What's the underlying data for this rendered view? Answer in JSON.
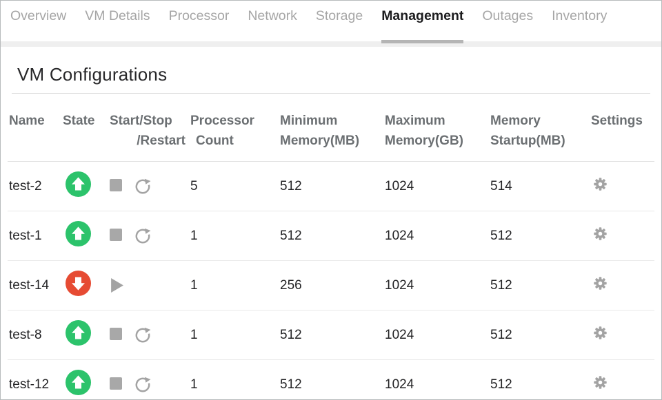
{
  "nav": {
    "tabs": [
      {
        "label": "Overview",
        "active": false
      },
      {
        "label": "VM Details",
        "active": false
      },
      {
        "label": "Processor",
        "active": false
      },
      {
        "label": "Network",
        "active": false
      },
      {
        "label": "Storage",
        "active": false
      },
      {
        "label": "Management",
        "active": true
      },
      {
        "label": "Outages",
        "active": false
      },
      {
        "label": "Inventory",
        "active": false
      }
    ]
  },
  "page": {
    "title": "VM Configurations"
  },
  "table": {
    "columns": [
      {
        "key": "name",
        "label": "Name",
        "label2": ""
      },
      {
        "key": "state",
        "label": "State",
        "label2": ""
      },
      {
        "key": "start-stop-restart",
        "label": "Start/Stop",
        "label2": "/Restart"
      },
      {
        "key": "processor-count",
        "label": "Processor",
        "label2": "Count"
      },
      {
        "key": "minimum-memory",
        "label": "Minimum",
        "label2": "Memory(MB)"
      },
      {
        "key": "maximum-memory",
        "label": "Maximum",
        "label2": "Memory(GB)"
      },
      {
        "key": "memory-startup",
        "label": "Memory",
        "label2": "Startup(MB)"
      },
      {
        "key": "settings",
        "label": "Settings",
        "label2": ""
      }
    ],
    "rows": [
      {
        "name": "test-2",
        "state": "up",
        "controls": [
          "stop",
          "restart"
        ],
        "processor_count": "5",
        "minimum_memory_mb": "512",
        "maximum_memory_gb": "1024",
        "memory_startup_mb": "514"
      },
      {
        "name": "test-1",
        "state": "up",
        "controls": [
          "stop",
          "restart"
        ],
        "processor_count": "1",
        "minimum_memory_mb": "512",
        "maximum_memory_gb": "1024",
        "memory_startup_mb": "512"
      },
      {
        "name": "test-14",
        "state": "down",
        "controls": [
          "start"
        ],
        "processor_count": "1",
        "minimum_memory_mb": "256",
        "maximum_memory_gb": "1024",
        "memory_startup_mb": "512"
      },
      {
        "name": "test-8",
        "state": "up",
        "controls": [
          "stop",
          "restart"
        ],
        "processor_count": "1",
        "minimum_memory_mb": "512",
        "maximum_memory_gb": "1024",
        "memory_startup_mb": "512"
      },
      {
        "name": "test-12",
        "state": "up",
        "controls": [
          "stop",
          "restart"
        ],
        "processor_count": "1",
        "minimum_memory_mb": "512",
        "maximum_memory_gb": "1024",
        "memory_startup_mb": "512"
      }
    ]
  },
  "icons": {
    "state_up": "up-arrow-circle-icon",
    "state_down": "down-arrow-circle-icon",
    "stop": "stop-square-icon",
    "restart": "restart-arrow-icon",
    "start": "play-triangle-icon",
    "settings": "gear-icon"
  },
  "colors": {
    "state_up": "#2cc36b",
    "state_down": "#e64b33",
    "icon_gray": "#a3a3a3",
    "active_tab": "#1c1c1e",
    "inactive_tab": "#a6a6a6",
    "tab_underline": "#b5b5b5"
  }
}
